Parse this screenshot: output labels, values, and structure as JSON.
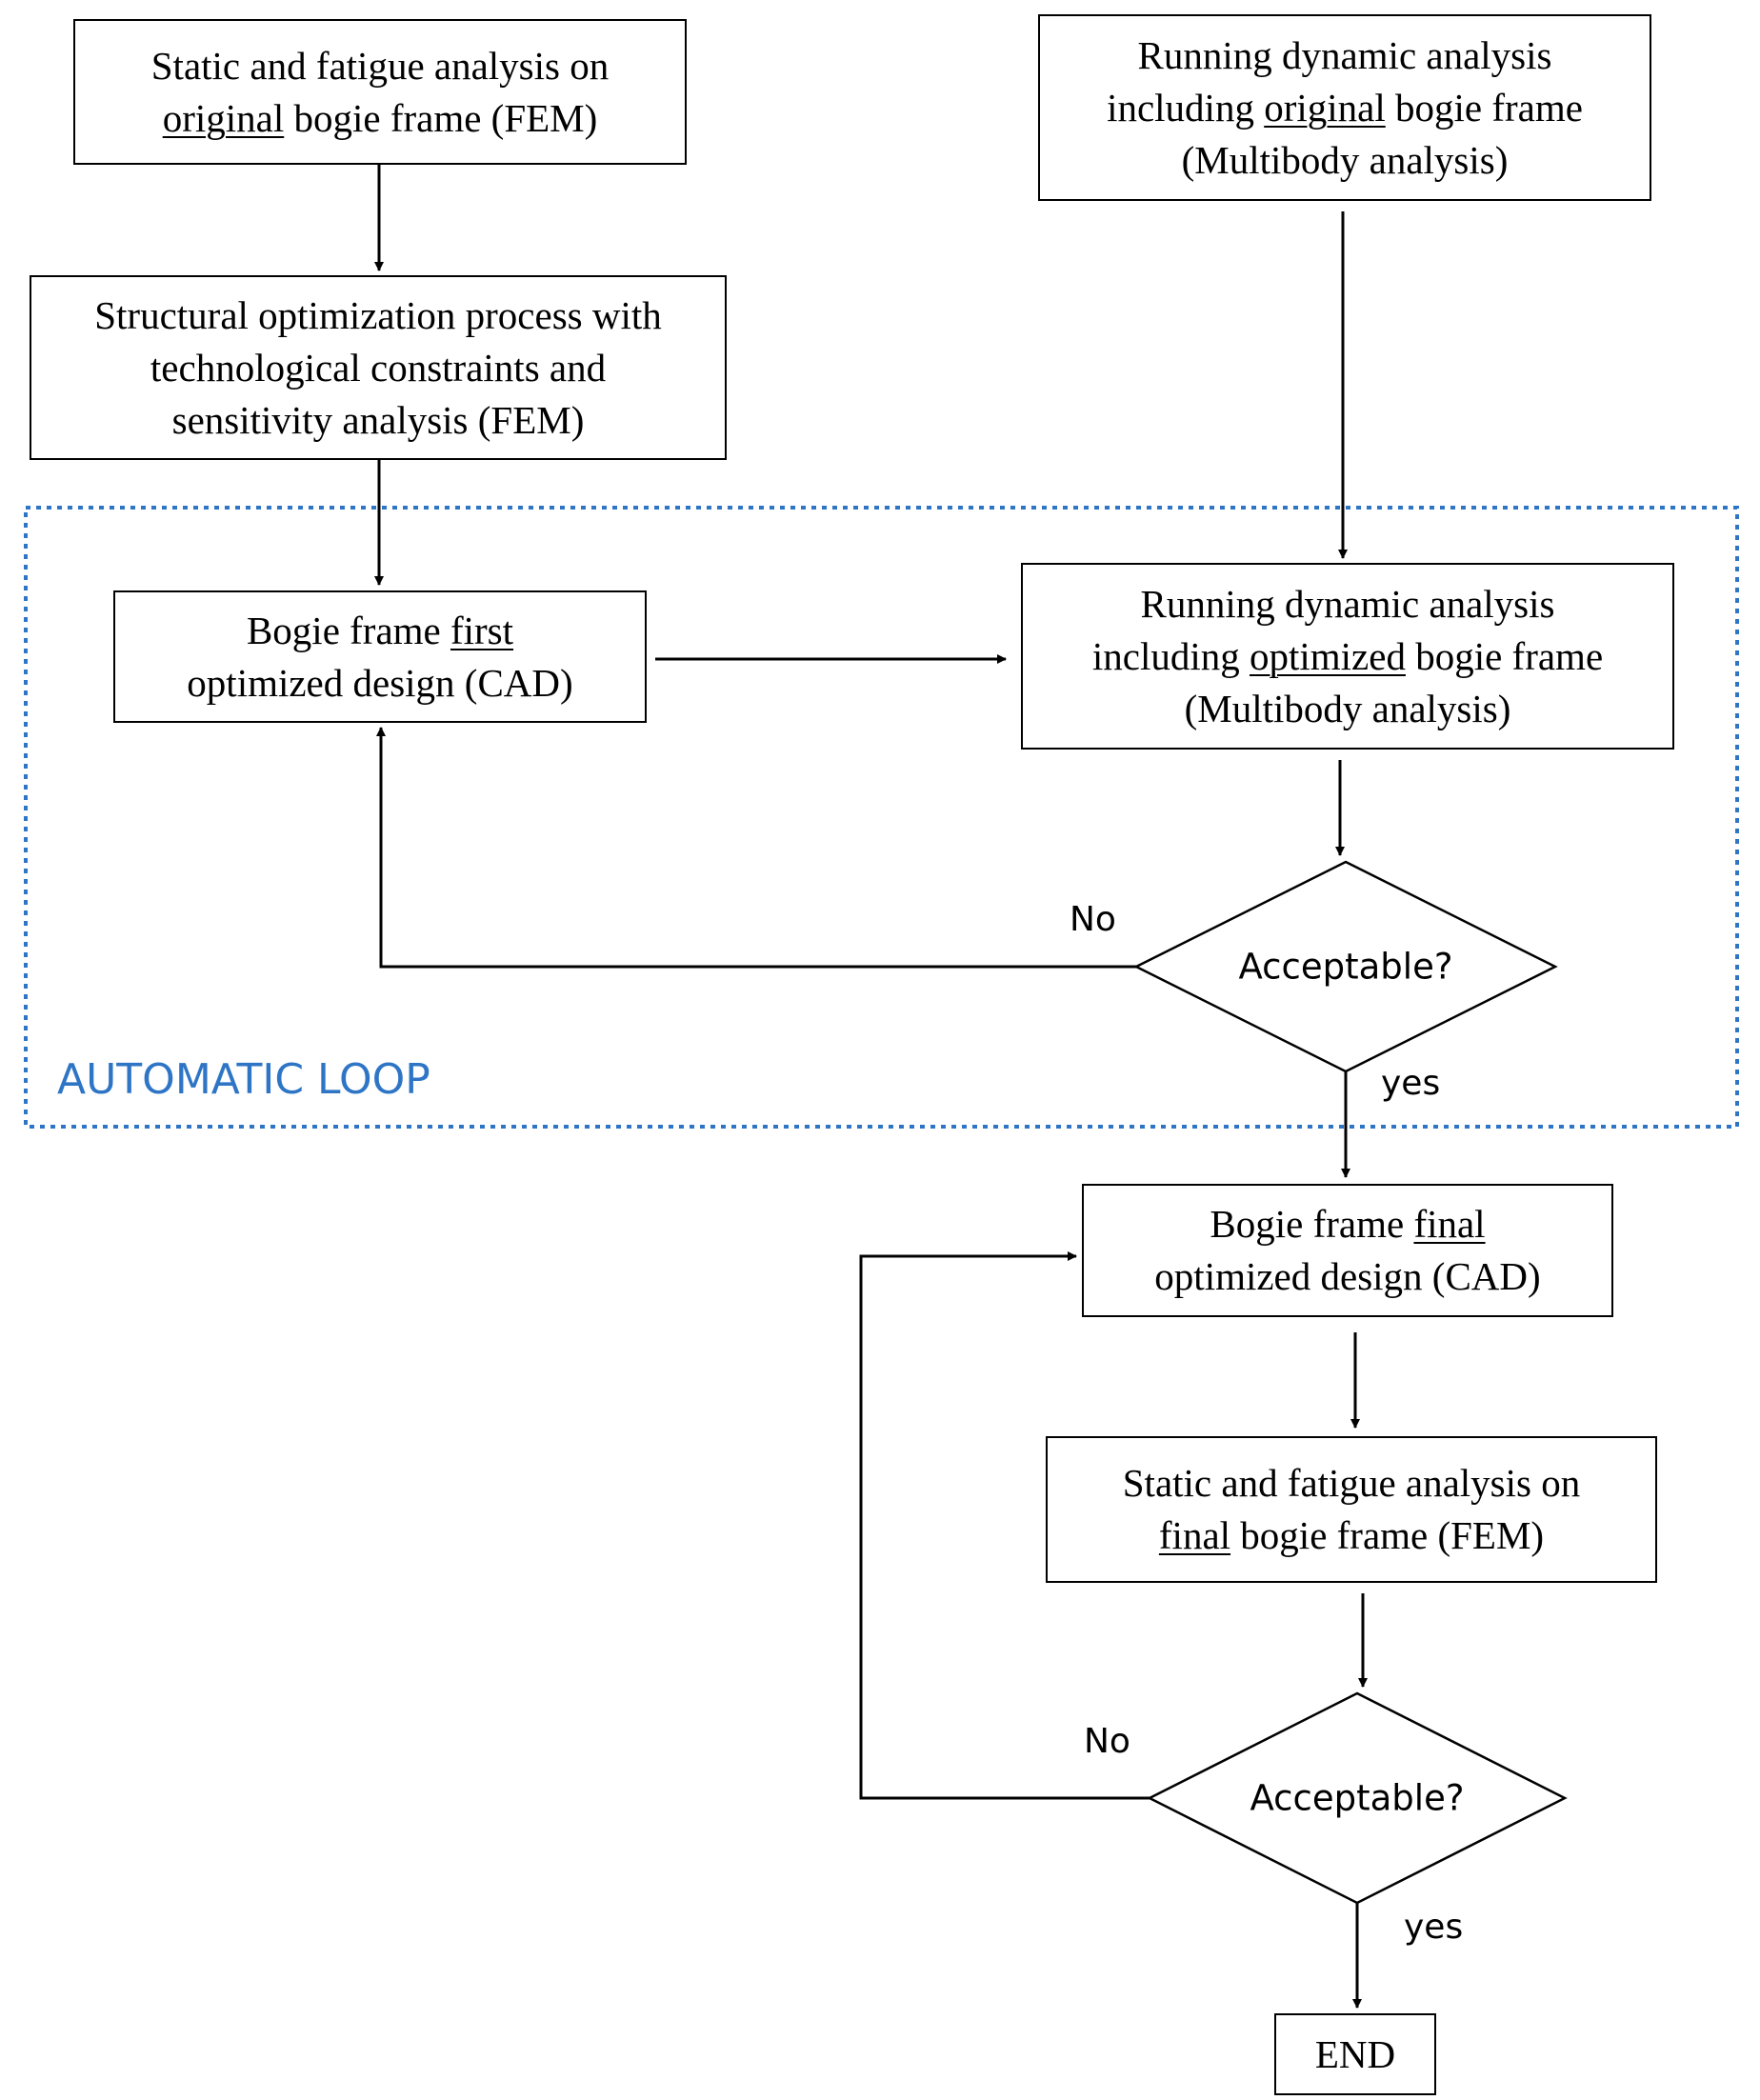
{
  "boxes": {
    "b1": {
      "pre": "Static and fatigue analysis on",
      "u": "original",
      "post": " bogie frame (FEM)"
    },
    "b2": {
      "line1": "Running dynamic analysis",
      "pre": "including ",
      "u": "original",
      "post": " bogie frame",
      "line3": "(Multibody analysis)"
    },
    "b3": {
      "line1": "Structural optimization process with",
      "line2": "technological constraints and",
      "line3": "sensitivity analysis (FEM)"
    },
    "b4": {
      "pre": "Bogie frame ",
      "u": "first",
      "line2": "optimized design (CAD)"
    },
    "b5": {
      "line1": "Running dynamic analysis",
      "pre": "including ",
      "u": "optimized",
      "post": " bogie frame",
      "line3": "(Multibody analysis)"
    },
    "b6": {
      "pre": "Bogie frame ",
      "u": "final",
      "line2": "optimized design (CAD)"
    },
    "b7": {
      "line1": "Static and fatigue analysis on",
      "u": "final",
      "post": " bogie frame (FEM)"
    },
    "end": "END"
  },
  "decisions": {
    "d1": {
      "text": "Acceptable?",
      "no": "No",
      "yes": "yes"
    },
    "d2": {
      "text": "Acceptable?",
      "no": "No",
      "yes": "yes"
    }
  },
  "loop": {
    "label": "AUTOMATIC LOOP",
    "color": "#2e75c6"
  }
}
